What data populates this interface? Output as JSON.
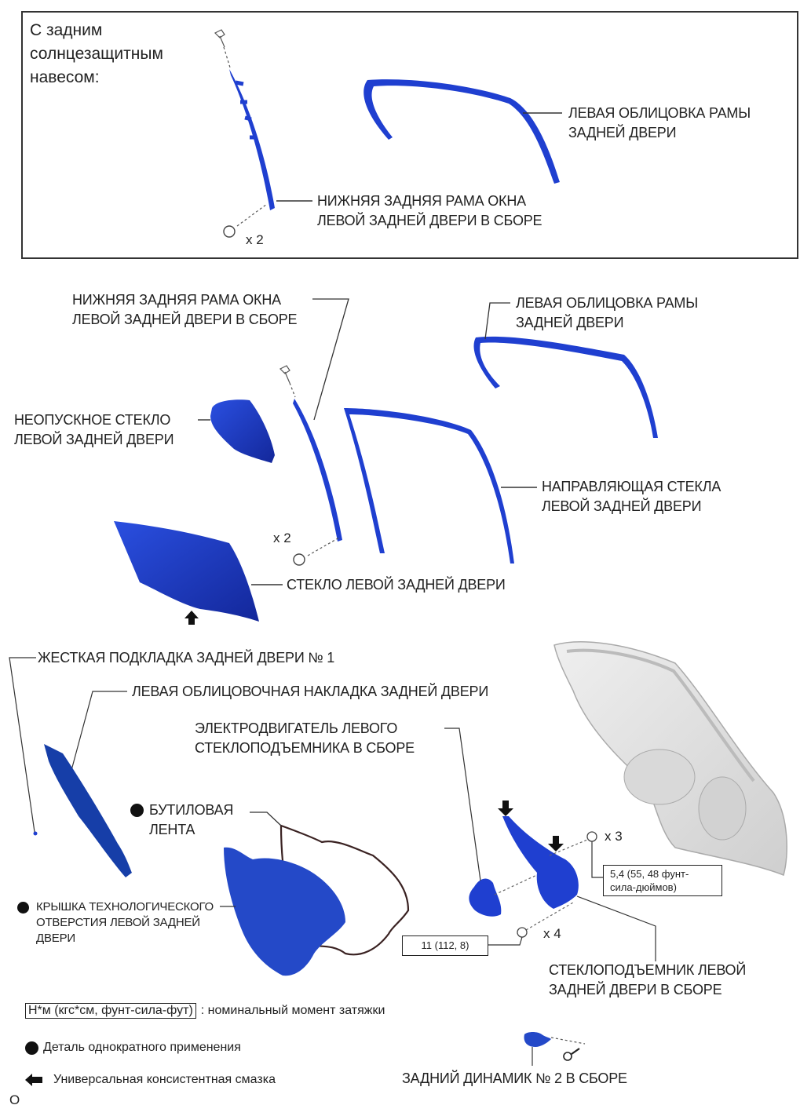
{
  "colors": {
    "part_blue": "#1f3fd0",
    "part_blue_dark": "#142a9e",
    "line": "#222222",
    "door_gray": "#d8d8d8"
  },
  "variant_section": {
    "title_lines": [
      "С задним",
      "солнцезащитным",
      "навесом:"
    ],
    "labels": {
      "frame_garnish": [
        "ЛЕВАЯ ОБЛИЦОВКА РАМЫ",
        "ЗАДНЕЙ ДВЕРИ"
      ],
      "division_bar": [
        "НИЖНЯЯ ЗАДНЯЯ РАМА ОКНА",
        "ЛЕВОЙ ЗАДНЕЙ ДВЕРИ В СБОРЕ"
      ]
    },
    "qty_screws": "x 2"
  },
  "main_section": {
    "labels": {
      "division_bar": [
        "НИЖНЯЯ ЗАДНЯЯ РАМА ОКНА",
        "ЛЕВОЙ ЗАДНЕЙ ДВЕРИ В СБОРЕ"
      ],
      "frame_garnish": [
        "ЛЕВАЯ ОБЛИЦОВКА РАМЫ",
        "ЗАДНЕЙ ДВЕРИ"
      ],
      "quarter_glass": [
        "НЕОПУСКНОЕ СТЕКЛО",
        "ЛЕВОЙ ЗАДНЕЙ ДВЕРИ"
      ],
      "glass_run": [
        "НАПРАВЛЯЮЩАЯ СТЕКЛА",
        "ЛЕВОЙ ЗАДНЕЙ ДВЕРИ"
      ],
      "door_glass": "СТЕКЛО ЛЕВОЙ ЗАДНЕЙ ДВЕРИ",
      "stiffener_cushion": "ЖЕСТКАЯ ПОДКЛАДКА ЗАДНЕЙ ДВЕРИ № 1",
      "door_garnish": "ЛЕВАЯ ОБЛИЦОВОЧНАЯ НАКЛАДКА ЗАДНЕЙ ДВЕРИ",
      "regulator_motor": [
        "ЭЛЕКТРОДВИГАТЕЛЬ ЛЕВОГО",
        "СТЕКЛОПОДЪЕМНИКА В СБОРЕ"
      ],
      "butyl_tape": [
        "БУТИЛОВАЯ",
        "ЛЕНТА"
      ],
      "service_hole_cover": [
        "КРЫШКА ТЕХНОЛОГИЧЕСКОГО",
        "ОТВЕРСТИЯ ЛЕВОЙ ЗАДНЕЙ",
        "ДВЕРИ"
      ],
      "regulator": [
        "СТЕКЛОПОДЪЕМНИК ЛЕВОЙ",
        "ЗАДНЕЙ ДВЕРИ В СБОРЕ"
      ],
      "speaker": "ЗАДНИЙ ДИНАМИК № 2 В СБОРЕ"
    },
    "quantities": {
      "division_bar_screws": "x 2",
      "regulator_bolts_top": "x 3",
      "regulator_bolts_bottom": "x 4"
    },
    "torques": {
      "top_bolts": [
        "5,4 (55, 48 фунт-",
        "сила-дюймов)"
      ],
      "bottom_bolts": "11 (112, 8)"
    }
  },
  "legend": {
    "torque_unit_box": "Н*м (кгс*см, фунт-сила-фут)",
    "torque_desc": ": номинальный момент затяжки",
    "non_reusable": "Деталь однократного применения",
    "grease": "Универсальная консистентная смазка"
  },
  "figure_code": "O"
}
